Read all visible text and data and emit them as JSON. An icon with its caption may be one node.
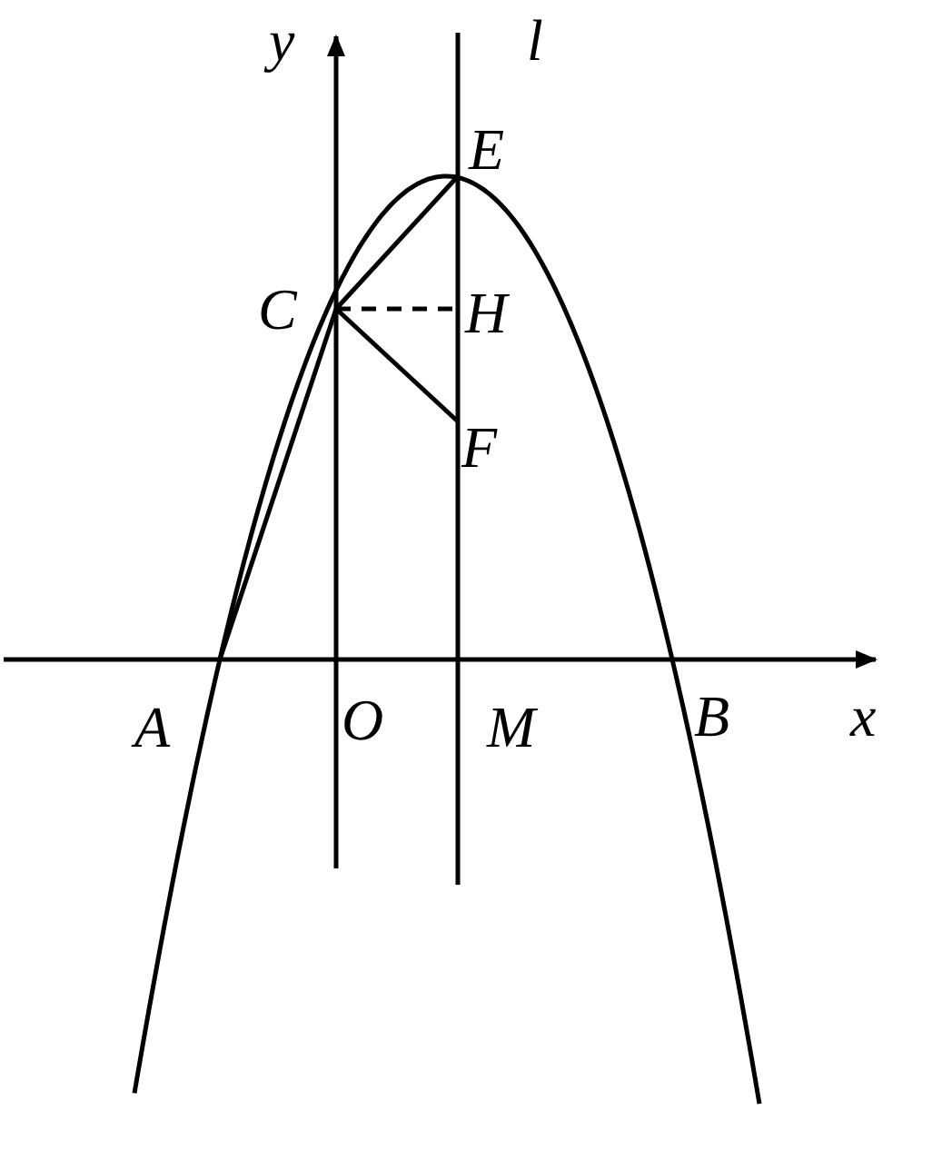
{
  "diagram": {
    "labels": [
      "y",
      "l",
      "E",
      "C",
      "H",
      "F",
      "A",
      "O",
      "M",
      "B",
      "x"
    ]
  }
}
